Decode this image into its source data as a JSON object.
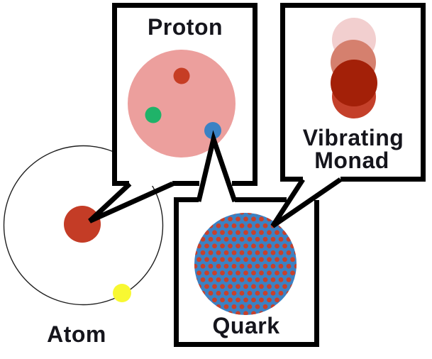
{
  "diagram_title": "Atom to Proton to Quark to Vibrating Monad zoom diagram",
  "labels": {
    "atom": "Atom",
    "proton": "Proton",
    "quark": "Quark",
    "vibrating_monad_line1": "Vibrating",
    "vibrating_monad_line2": "Monad"
  },
  "colors": {
    "background": "#ffffff",
    "outline_black": "#000000",
    "text_dark": "#15151c",
    "box_fill_white": "#ffffff",
    "proton_body_pink": "#ec9f9d",
    "nucleus_red": "#c43c26",
    "proton_red_quark": "#c63d24",
    "proton_green_quark": "#1fb369",
    "proton_blue_quark": "#3b82c4",
    "electron_yellow": "#f8f832",
    "quark_body_blue": "#3b82c4",
    "quark_dot_red": "#c8402b",
    "monad_pink_light": "#f2cfcf",
    "monad_salmon": "#d5806e",
    "monad_red": "#c4402a",
    "monad_dark_red": "#a32008"
  }
}
